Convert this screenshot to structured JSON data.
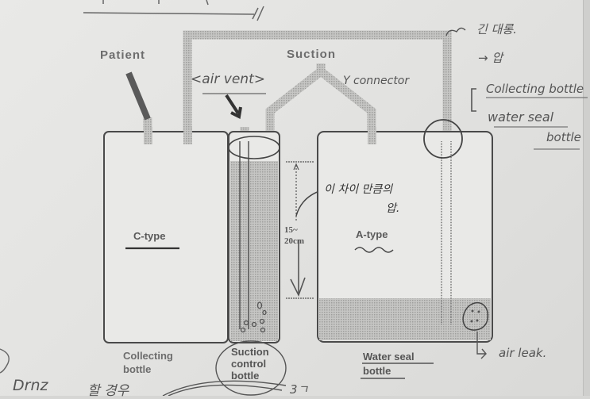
{
  "diagram": {
    "type": "chest drainage three-bottle system (annotated textbook figure)",
    "printed_labels": {
      "patient": "Patient",
      "suction": "Suction",
      "collecting_bottle": [
        "Collecting",
        "bottle"
      ],
      "suction_control_bottle": [
        "Suction",
        "control",
        "bottle"
      ],
      "water_seal_bottle": [
        "Water seal",
        "bottle"
      ],
      "c_type": "C-type",
      "a_type": "A-type",
      "depth": [
        "15~",
        "20cm"
      ]
    },
    "handwritten_notes": {
      "air_vent": "<air vent>",
      "y_connector": "Y connector",
      "long_tube": "긴 대롱.",
      "arrow_note": "→ 압",
      "bracket_note": [
        "Collecting bottle",
        "water seal",
        "bottle"
      ],
      "pressure_note": [
        "이 차이 만큼의",
        "압."
      ],
      "air_leak": "air leak.",
      "bottom_left": "Drnz",
      "bottom_mid": "할 경우",
      "bottom_right": "3ㄱ"
    },
    "colors": {
      "paper": "#e6e6e4",
      "ink": "#4a4a4a",
      "tube": "#b9b9b9",
      "water": "#b4b4b2",
      "print_text": "#6d6d6d"
    }
  }
}
